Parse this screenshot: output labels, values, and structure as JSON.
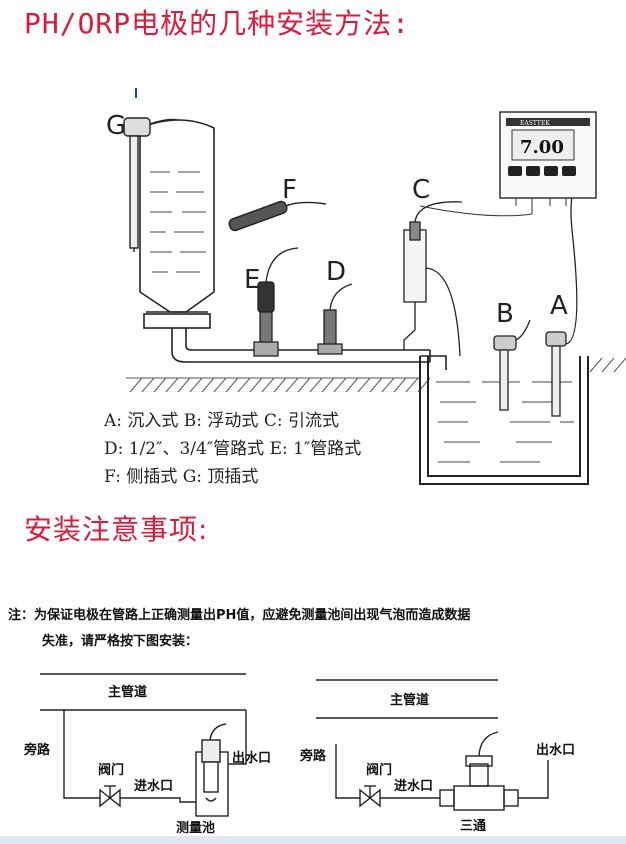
{
  "heading_methods": "PH/ORP电极的几种安装方法:",
  "heading_notes": "安装注意事项:",
  "labels": [
    "G",
    "F",
    "C",
    "E",
    "D",
    "B",
    "A"
  ],
  "legend": {
    "line1": "A: 沉入式      B: 浮动式     C: 引流式",
    "line2": "D: 1/2″、3/4″管路式    E: 1″管路式",
    "line3": "F: 侧插式       G: 顶插式"
  },
  "meter": {
    "brand": "EASTTEK",
    "reading": "7.00"
  },
  "note": {
    "line1": "注：为保证电极在管路上正确测量出PH值，应避免测量池间出现气泡而造成数据",
    "line2": "失准，请严格按下图安装："
  },
  "diagram_left": {
    "main_pipe": "主管道",
    "bypass": "旁路",
    "valve": "阀门",
    "inlet": "进水口",
    "outlet": "出水口",
    "cell": "测量池"
  },
  "diagram_right": {
    "main_pipe": "主管道",
    "bypass": "旁路",
    "valve": "阀门",
    "inlet": "进水口",
    "outlet": "出水口",
    "tee": "三通"
  }
}
